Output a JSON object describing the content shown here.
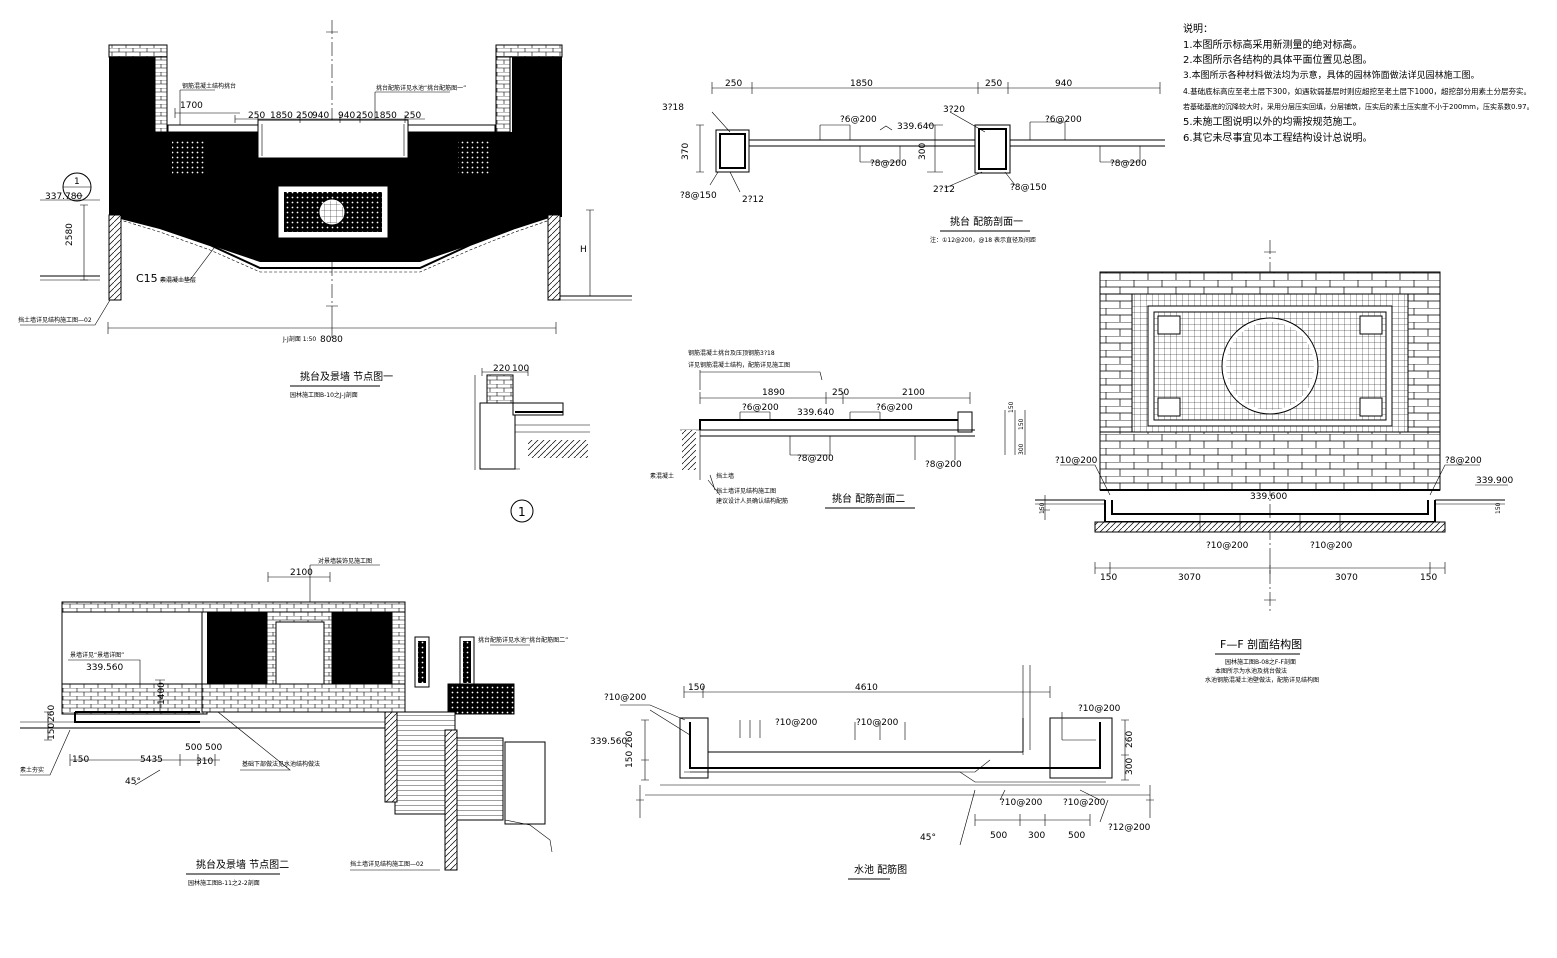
{
  "notes": {
    "heading": "说明：",
    "items": [
      "1.本图所示标高采用新测量的绝对标高。",
      "2.本图所示各结构的具体平面位置见总图。",
      "3.本图所示各种材料做法均为示意，具体的园林饰面做法详见园林施工图。",
      "4.基础底标高应至老土层下300，如遇软弱基层时则应超挖至老土层下1000，超挖部分用素土分层夯实。",
      "  若基础基底的沉降较大时，采用分层压实回填，分层铺筑，压实后的素土压实度不小于200mm，压实系数0.97。",
      "5.未施工图说明以外的均需按规范施工。",
      "6.其它未尽事宜见本工程结构设计总说明。"
    ]
  },
  "view1": {
    "title": "挑台及景墙  节点图一",
    "subtitle": "园林施工图B-10之J-J剖面",
    "section_mark": "J-J剖面  1:50",
    "elev_left": "337.780",
    "dim_height": "2580",
    "dim_width": "8080",
    "dim_top_left": "1700",
    "dims_top": [
      "250",
      "1850",
      "250",
      "940",
      "940",
      "250",
      "1850",
      "250"
    ],
    "label_c15": "C15",
    "label_c15_note": "素混凝土垫层",
    "label_retain": "挡土墙详见结构施工图—02",
    "label_h": "H",
    "label_top_note_a": "钢筋混凝土结构挑台",
    "label_top_note_b": "挑台配筋详见水池“挑台配筋图一”",
    "callout_num": "1",
    "callout_den": "—"
  },
  "detail1": {
    "label": "1",
    "dims": [
      "220",
      "100"
    ]
  },
  "rebar1": {
    "title": "挑台  配筋剖面一",
    "subtitle": "注：①12@200，@18 表示直径及间距",
    "dims_top": [
      "250",
      "1850",
      "250",
      "940"
    ],
    "dim_left": "370",
    "dim_mid": "300",
    "elev": "339.640",
    "labels": [
      "3?18",
      "?6@200",
      "?8@150",
      "2?12",
      "?8@200",
      "3?20",
      "2?12",
      "?8@150",
      "?6@200",
      "?8@200"
    ]
  },
  "rebar2": {
    "title": "挑台  配筋剖面二",
    "note_top_a": "钢筋混凝土挑台及压顶钢筋3?18",
    "note_top_b": "详见钢筋混凝土结构，配筋详见施工图",
    "dims_top": [
      "1890",
      "250",
      "2100"
    ],
    "elev": "339.640",
    "dims_right": [
      "150",
      "150",
      "300"
    ],
    "labels": [
      "?6@200",
      "?6@200",
      "?8@200",
      "?8@200"
    ],
    "note_left": "素混凝土",
    "note_soil": "挡土墙",
    "note_bottom_a": "挡土墙详见结构施工图",
    "note_bottom_b": "建议设计人员确认结构配筋"
  },
  "section_ff": {
    "title": "F—F 剖面结构图",
    "subtitle_a": "园林施工图B-08之F-F剖面",
    "subtitle_b": "本图所示为水池及挑台做法",
    "subtitle_c": "水池钢筋混凝土池壁做法，配筋详见结构图",
    "elev_mid": "339.600",
    "elev_right": "339.900",
    "dims_bottom": [
      "150",
      "3070",
      "3070",
      "150"
    ],
    "labels": [
      "?10@200",
      "?8@200",
      "?10@200",
      "?10@200"
    ],
    "dims_left": [
      "150",
      "150"
    ]
  },
  "view2": {
    "title": "挑台及景墙  节点图二",
    "subtitle": "园林施工图B-11之2-2剖面",
    "dim_top": "2100",
    "elev": "339.560",
    "dim_h": "1400",
    "dims_left": [
      "150",
      "260"
    ],
    "dims_bottom": [
      "150",
      "5435",
      "500",
      "500",
      "310"
    ],
    "angle": "45°",
    "label_top": "对景墙装饰见施工图",
    "label_left": "景墙详见“景墙详图”",
    "label_right": "挑台配筋详见水池“挑台配筋图二”",
    "label_retain": "挡土墙详见结构施工图—02",
    "label_soil": "素土夯实",
    "label_pool": "基础下部做法见水池结构做法"
  },
  "pool": {
    "title": "水池  配筋图",
    "dim_top_left": "150",
    "dim_top": "4610",
    "elev": "339.560",
    "dims_left": [
      "150",
      "260"
    ],
    "dims_right": [
      "260",
      "300"
    ],
    "dims_bottom": [
      "500",
      "300",
      "500"
    ],
    "angle": "45°",
    "labels": [
      "?10@200",
      "?10@200",
      "?10@200",
      "?10@200",
      "?10@200",
      "?10@200",
      "?12@200"
    ]
  }
}
